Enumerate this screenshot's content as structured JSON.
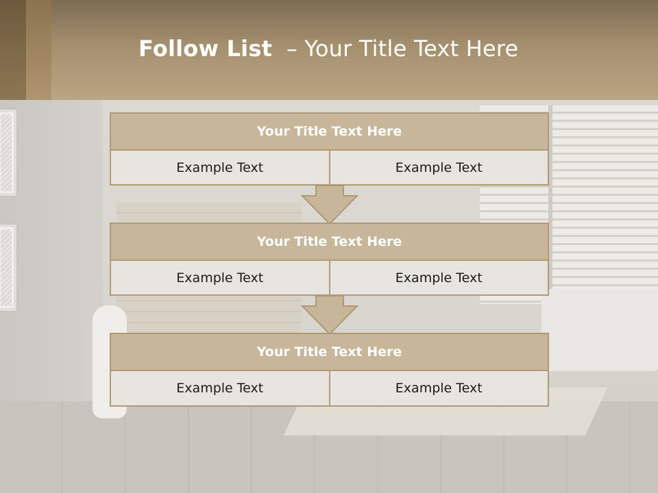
{
  "slide": {
    "title_bold": "Follow List",
    "title_rest": "– Your Title Text Here"
  },
  "blocks": [
    {
      "title": "Your Title Text Here",
      "cells": [
        "Example Text",
        "Example Text"
      ]
    },
    {
      "title": "Your Title Text Here",
      "cells": [
        "Example Text",
        "Example Text"
      ]
    },
    {
      "title": "Your Title Text Here",
      "cells": [
        "Example Text",
        "Example Text"
      ]
    }
  ],
  "colors": {
    "header": "#a48f6e",
    "title_bar": "#c7b69a",
    "border": "#b09a75",
    "cell_bg": "#e8e4df"
  },
  "icons": [
    "down-arrow-icon",
    "down-arrow-icon"
  ]
}
